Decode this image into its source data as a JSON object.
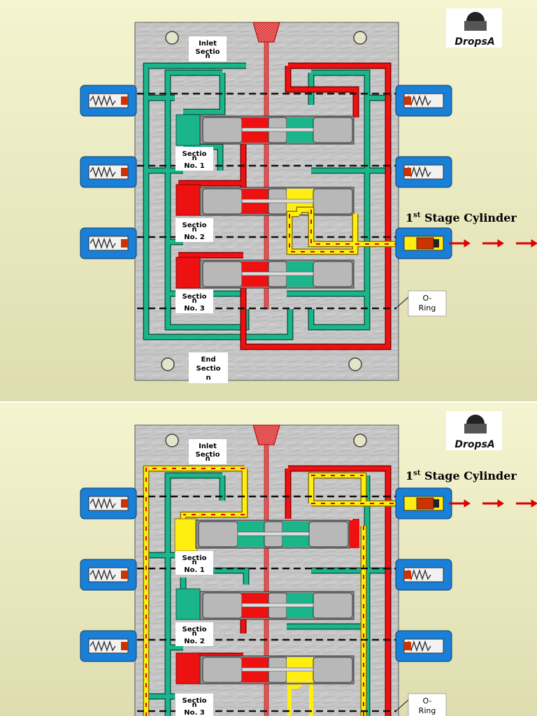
{
  "slides": [
    {
      "id": 1,
      "brand": "DropsA",
      "stage_label_main": "1",
      "stage_label_sup": "st",
      "stage_label_rest": " Stage Cylinder",
      "labels": {
        "inlet": [
          "Inlet",
          "Sectio",
          "n"
        ],
        "sec1": [
          "Sectio",
          "n",
          "No. 1"
        ],
        "sec2": [
          "Sectio",
          "n",
          "No. 2"
        ],
        "sec3": [
          "Sectio",
          "n",
          "No. 3"
        ],
        "end": [
          "End",
          "Sectio",
          "n"
        ],
        "oring": [
          "O-",
          "Ring"
        ]
      }
    },
    {
      "id": 2,
      "brand": "DropsA",
      "stage_label_main": "1",
      "stage_label_sup": "st",
      "stage_label_rest": " Stage Cylinder",
      "labels": {
        "inlet": [
          "Inlet",
          "Sectio",
          "n"
        ],
        "sec1": [
          "Sectio",
          "n",
          "No. 1"
        ],
        "sec2": [
          "Sectio",
          "n",
          "No. 2"
        ],
        "sec3": [
          "Sectio",
          "n",
          "No. 3"
        ],
        "oring": [
          "O-",
          "Ring"
        ]
      }
    }
  ],
  "colors": {
    "pressure": "#ee1111",
    "return": "#1bb58c",
    "flow": "#ffee11",
    "fitting": "#1a7fd6",
    "block": "#c4c4c4",
    "piston": "#a9a9a9"
  }
}
